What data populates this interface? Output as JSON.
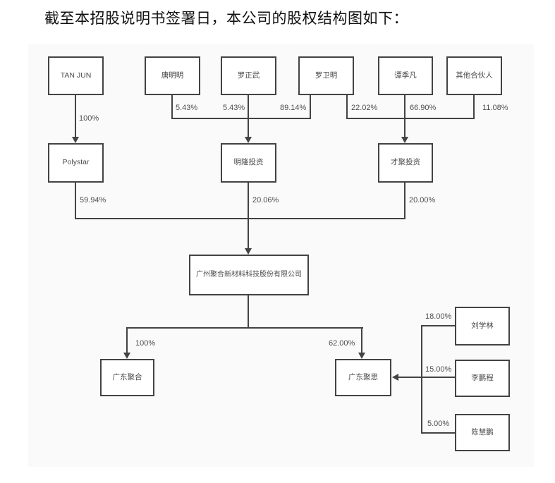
{
  "page": {
    "title": "截至本招股说明书签署日，本公司的股权结构图如下："
  },
  "chart": {
    "type": "equity-structure-diagram",
    "nodes": {
      "tan_jun": "TAN JUN",
      "tang_mingming": "唐明明",
      "luo_zhengwu": "罗正武",
      "luo_weiming": "罗卫明",
      "tan_jifan": "谭季凡",
      "other_partners": "其他合伙人",
      "polystar": "Polystar",
      "minglong": "明隆投资",
      "caiju": "才聚投资",
      "company": "广州聚合新材料科技股份有限公司",
      "gd_juhe": "广东聚合",
      "gd_jusi": "广东聚思",
      "liu_xuelin": "刘学林",
      "li_pengcheng": "李鹏程",
      "chen_huipeng": "陈慧鹏"
    },
    "edges": [
      {
        "from": "TAN JUN",
        "to": "Polystar",
        "percent": "100%"
      },
      {
        "from": "唐明明",
        "to": "明隆投资",
        "percent": "5.43%"
      },
      {
        "from": "罗正武",
        "to": "明隆投资",
        "percent": "5.43%"
      },
      {
        "from": "罗卫明",
        "to": "明隆投资",
        "percent": "89.14%"
      },
      {
        "from": "罗卫明",
        "to": "才聚投资",
        "percent": "22.02%"
      },
      {
        "from": "谭季凡",
        "to": "才聚投资",
        "percent": "66.90%"
      },
      {
        "from": "其他合伙人",
        "to": "才聚投资",
        "percent": "11.08%"
      },
      {
        "from": "Polystar",
        "to": "广州聚合新材料科技股份有限公司",
        "percent": "59.94%"
      },
      {
        "from": "明隆投资",
        "to": "广州聚合新材料科技股份有限公司",
        "percent": "20.06%"
      },
      {
        "from": "才聚投资",
        "to": "广州聚合新材料科技股份有限公司",
        "percent": "20.00%"
      },
      {
        "from": "广州聚合新材料科技股份有限公司",
        "to": "广东聚合",
        "percent": "100%"
      },
      {
        "from": "广州聚合新材料科技股份有限公司",
        "to": "广东聚思",
        "percent": "62.00%"
      },
      {
        "from": "刘学林",
        "to": "广东聚思",
        "percent": "18.00%"
      },
      {
        "from": "李鹏程",
        "to": "广东聚思",
        "percent": "15.00%"
      },
      {
        "from": "陈慧鹏",
        "to": "广东聚思",
        "percent": "5.00%"
      }
    ],
    "colors": {
      "line": "#434343",
      "box_border": "#434343",
      "box_fill": "#ffffff",
      "panel_bg": "#fafafa",
      "label_text": "#4a4a4a"
    }
  }
}
